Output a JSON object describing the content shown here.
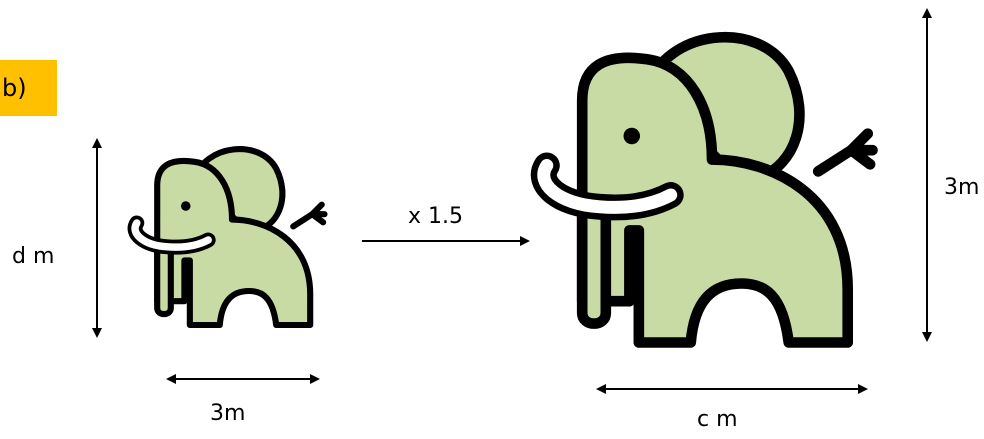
{
  "part_label": "b)",
  "small_elephant": {
    "height_label": "d m",
    "width_label": "3m"
  },
  "scale_label": "x 1.5",
  "large_elephant": {
    "height_label": "3m",
    "width_label": "c m"
  },
  "colors": {
    "badge": "#ffc000",
    "elephant_fill": "#c9dba5",
    "outline": "#000000",
    "tusk": "#ffffff"
  }
}
